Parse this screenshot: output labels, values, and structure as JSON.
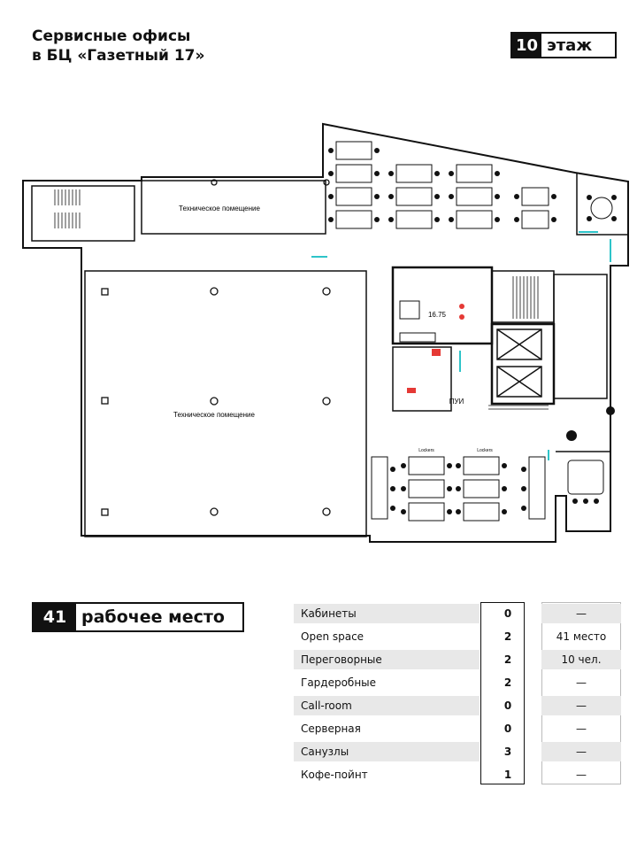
{
  "header": {
    "title_line1": "Сервисные офисы",
    "title_line2": "в БЦ «Газетный 17»",
    "floor_number": "10",
    "floor_label": "этаж"
  },
  "plan": {
    "room_tech_top": "Техническое помещение",
    "room_tech_big": "Техническое помещение",
    "room_area": "16.75",
    "room_pui": "ПУИ",
    "lockers_label": "Lockers"
  },
  "workplaces": {
    "count": "41",
    "label": "рабочее место"
  },
  "summary": {
    "rows": [
      {
        "label": "Кабинеты",
        "count": "0",
        "extra": "—"
      },
      {
        "label": "Open space",
        "count": "2",
        "extra": "41 место"
      },
      {
        "label": "Переговорные",
        "count": "2",
        "extra": "10 чел."
      },
      {
        "label": "Гардеробные",
        "count": "2",
        "extra": "—"
      },
      {
        "label": "Call-room",
        "count": "0",
        "extra": "—"
      },
      {
        "label": "Серверная",
        "count": "0",
        "extra": "—"
      },
      {
        "label": "Санузлы",
        "count": "3",
        "extra": "—"
      },
      {
        "label": "Кофе-пойнт",
        "count": "1",
        "extra": "—"
      }
    ]
  },
  "colors": {
    "wall": "#111111",
    "accent_teal": "#2ec4c9",
    "accent_red": "#e53935",
    "shade": "#e8e8e8"
  }
}
